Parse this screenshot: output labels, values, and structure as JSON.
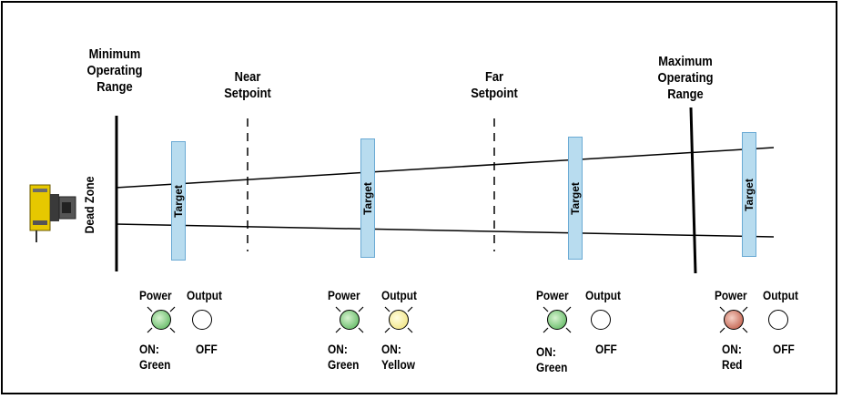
{
  "labels": {
    "min_range": [
      "Minimum",
      "Operating",
      "Range"
    ],
    "near_setpoint": [
      "Near",
      "Setpoint"
    ],
    "far_setpoint": [
      "Far",
      "Setpoint"
    ],
    "max_range": [
      "Maximum",
      "Operating",
      "Range"
    ],
    "dead_zone": "Dead Zone",
    "target": "Target"
  },
  "indicator_groups": [
    {
      "power_title": "Power",
      "output_title": "Output",
      "power_state": [
        "ON:",
        "Green"
      ],
      "output_state": [
        "OFF"
      ],
      "power_color": "#5cb85c",
      "output_color": "#ffffff",
      "power_lit": true,
      "output_lit": false
    },
    {
      "power_title": "Power",
      "output_title": "Output",
      "power_state": [
        "ON:",
        "Green"
      ],
      "output_state": [
        "ON:",
        "Yellow"
      ],
      "power_color": "#5cb85c",
      "output_color": "#f5f08a",
      "power_lit": true,
      "output_lit": true
    },
    {
      "power_title": "Power",
      "output_title": "Output",
      "power_state": [
        "ON:",
        "Green"
      ],
      "output_state": [
        "OFF"
      ],
      "power_color": "#5cb85c",
      "output_color": "#ffffff",
      "power_lit": true,
      "output_lit": false
    },
    {
      "power_title": "Power",
      "output_title": "Output",
      "power_state": [
        "ON:",
        "Red"
      ],
      "output_state": [
        "OFF"
      ],
      "power_color": "#c0503c",
      "output_color": "#ffffff",
      "power_lit": true,
      "output_lit": false
    }
  ],
  "colors": {
    "sensor_yellow": "#e6c800",
    "target_fill": "#b8dcef",
    "target_border": "#6aaad4"
  }
}
